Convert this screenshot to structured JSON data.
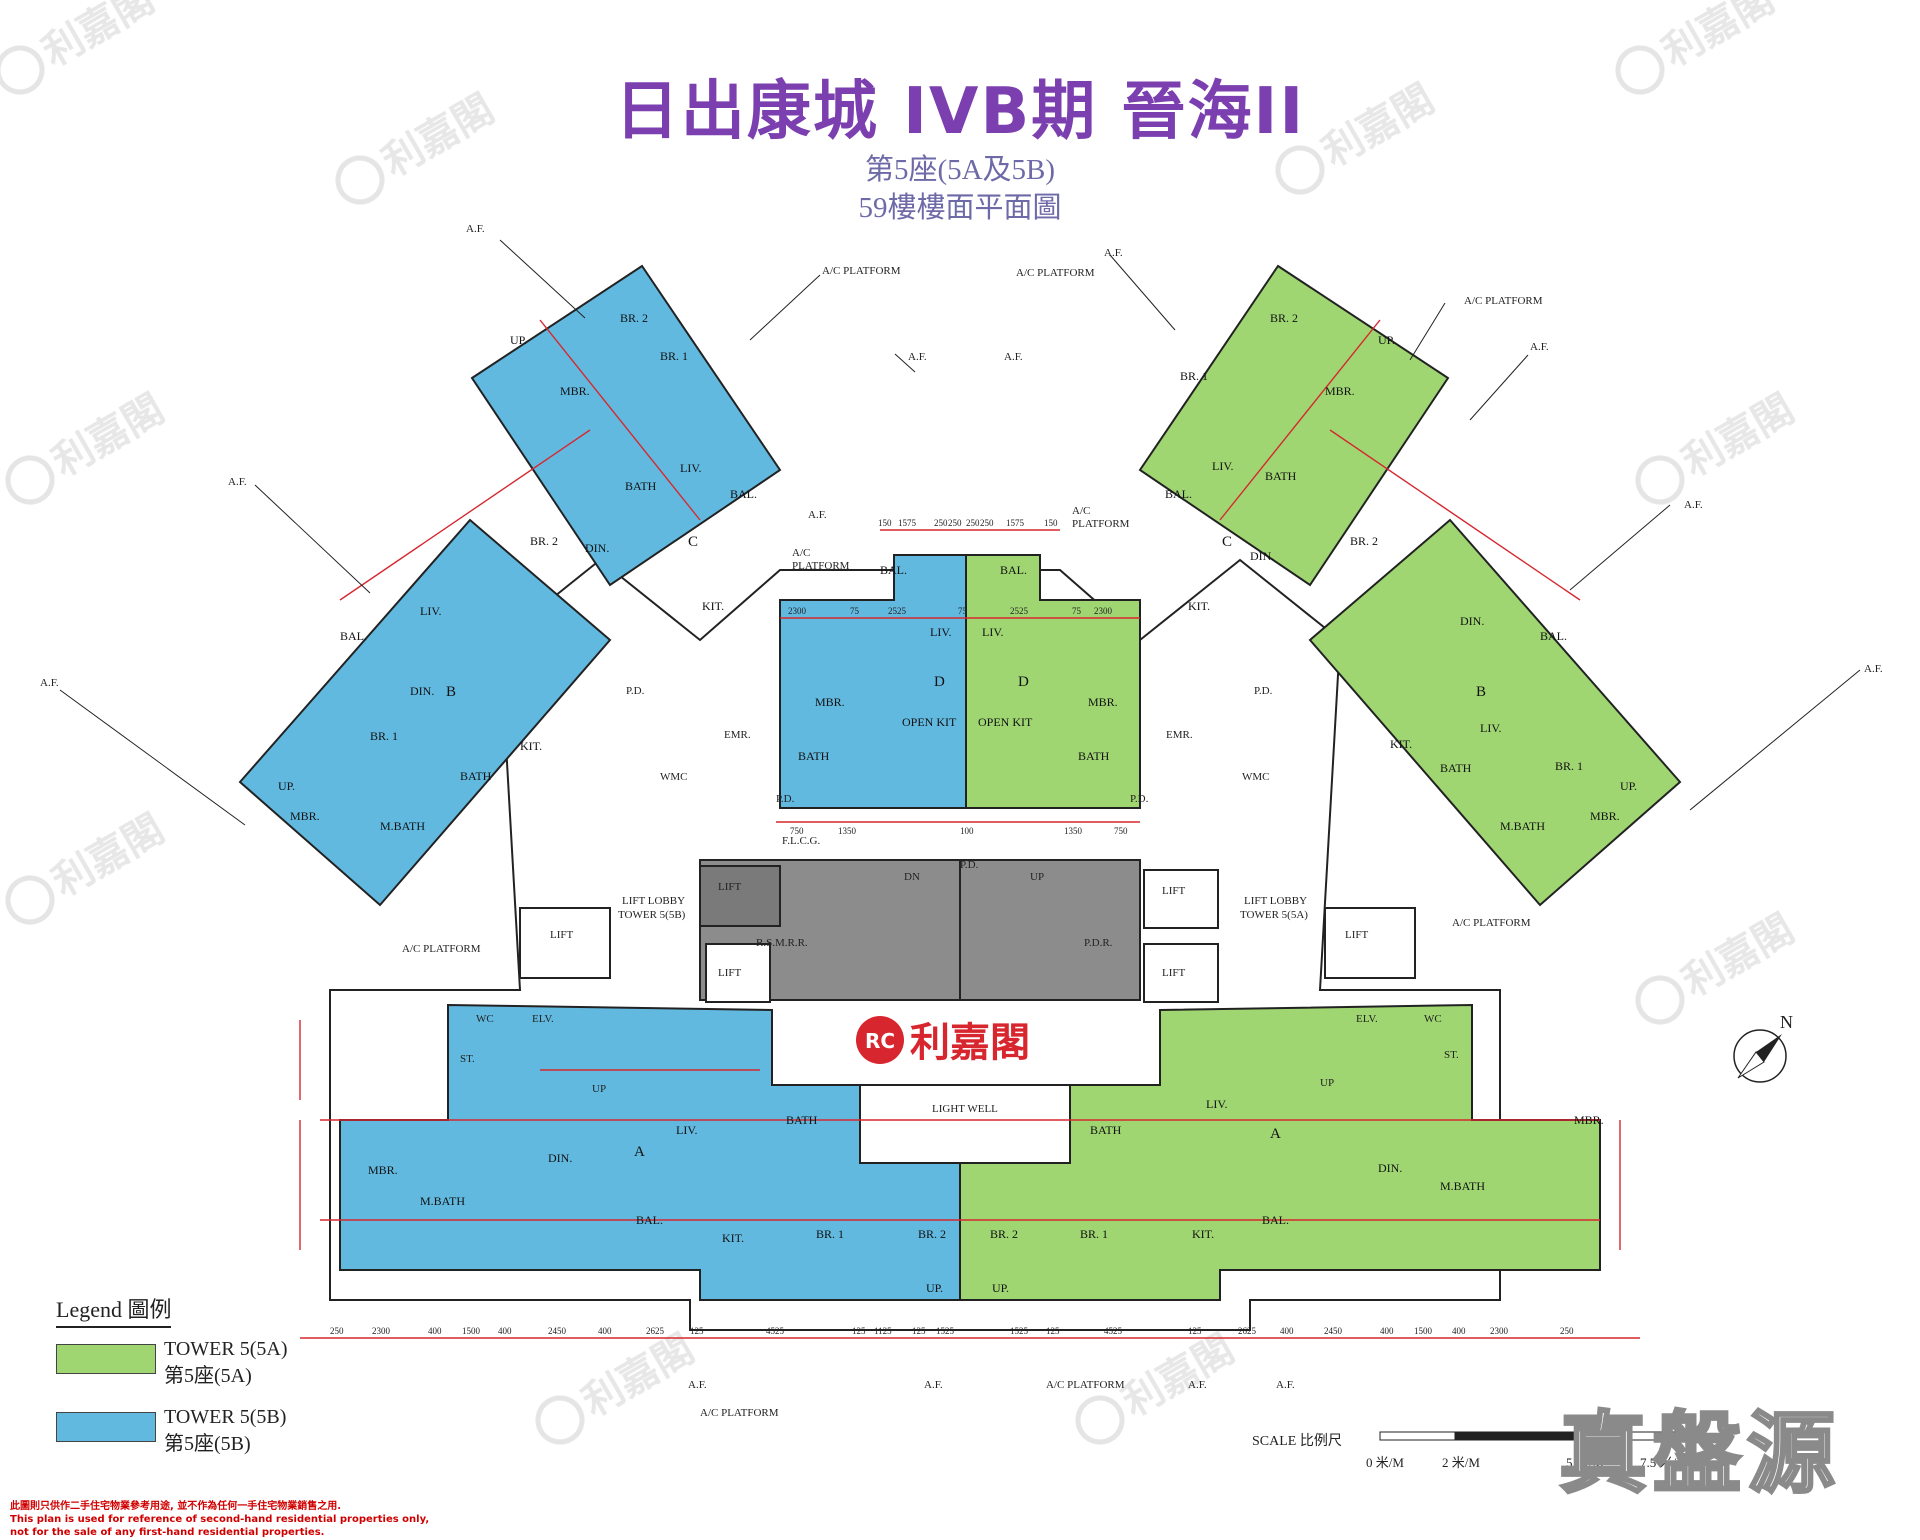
{
  "header": {
    "title": "日出康城 IVB期 晉海II",
    "subtitle_1": "第5座(5A及5B)",
    "subtitle_2": "59樓樓面平面圖"
  },
  "colors": {
    "tower_5a": "#9fd672",
    "tower_5b": "#62b9e0",
    "core": "#8c8c8c",
    "title": "#7b3fb0",
    "dimension": "#d6282f",
    "watermark": "#c7c7c7"
  },
  "brand": {
    "name": "利嘉閣",
    "logo_mark": "RC"
  },
  "labels": {
    "af": "A.F.",
    "ac_platform": "A/C PLATFORM",
    "ac": "A/C",
    "platform": "PLATFORM",
    "lift": "LIFT",
    "lift_lobby": "LIFT LOBBY",
    "tower_5b": "TOWER 5(5B)",
    "tower_5a": "TOWER 5(5A)",
    "light_well": "LIGHT WELL",
    "pd": "P.D.",
    "emr": "EMR.",
    "wmc": "WMC",
    "elv": "ELV.",
    "wc": "WC",
    "st": "ST.",
    "up": "UP",
    "dn": "DN",
    "rsmrr": "R.S.M.R.R.",
    "pdr": "P.D.R.",
    "flcg": "F.L.C.G.",
    "north": "N"
  },
  "rooms": {
    "bal": "BAL.",
    "liv": "LIV.",
    "din": "DIN.",
    "mbr": "MBR.",
    "br1": "BR. 1",
    "br2": "BR. 2",
    "bath": "BATH",
    "mbath": "M.BATH",
    "kit": "KIT.",
    "open_kit": "OPEN KIT",
    "up": "UP."
  },
  "units": {
    "a": "A",
    "b": "B",
    "c": "C",
    "d": "D"
  },
  "dimensions": {
    "bottom_left": [
      "250",
      "2300",
      "400",
      "1500",
      "400",
      "2450",
      "400",
      "2625",
      "125",
      "4525",
      "125",
      "1125",
      "125",
      "1525"
    ],
    "bottom_right": [
      "1525",
      "125",
      "4525",
      "125",
      "2625",
      "400",
      "2450",
      "400",
      "1500",
      "400",
      "2300",
      "250"
    ],
    "top_middle": [
      "150",
      "1575",
      "250",
      "250",
      "250",
      "250",
      "1575",
      "150"
    ],
    "d_unit": [
      "2300",
      "75",
      "2525",
      "75",
      "2525",
      "75",
      "2300"
    ],
    "d_unit_bottom": [
      "750",
      "1350",
      "100",
      "1350",
      "750"
    ]
  },
  "legend": {
    "title": "Legend 圖例",
    "items": [
      {
        "en": "TOWER 5(5A)",
        "zh": "第5座(5A)",
        "color": "#9fd672"
      },
      {
        "en": "TOWER 5(5B)",
        "zh": "第5座(5B)",
        "color": "#62b9e0"
      }
    ]
  },
  "scale": {
    "title": "SCALE 比例尺",
    "ticks": [
      "0 米/M",
      "2 米/M",
      "5 米/M",
      "7.5 米/M"
    ]
  },
  "disclaimer": {
    "zh": "此圖則只供作二手住宅物業參考用途, 並不作為任何一手住宅物業銷售之用.",
    "en_1": "This plan is used for reference of second-hand residential properties only,",
    "en_2": "not for the sale of any first-hand residential properties."
  },
  "stamp": {
    "text": "真盤源"
  }
}
